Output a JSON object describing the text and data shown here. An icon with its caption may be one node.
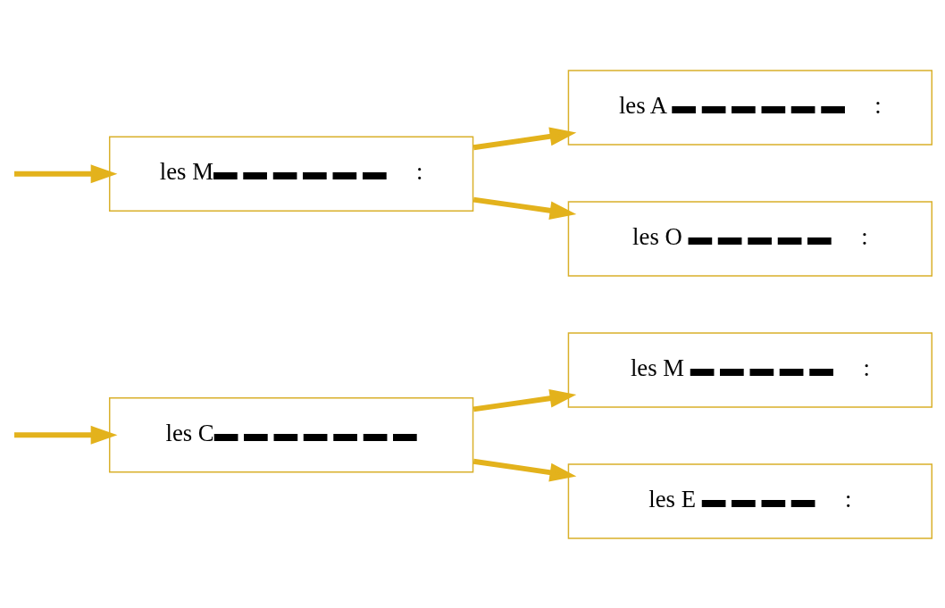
{
  "diagram": {
    "nodes": [
      {
        "text": [
          "les M ▬ ▬ ▬ ▬ ▬     :"
        ]
      },
      {
        "text": [
          "les C▬ ▬ ▬ ▬ ▬ ▬ ▬"
        ]
      },
      {
        "text": [
          "les E ▬ ▬ ▬ ▬     :"
        ]
      },
      {
        "text": [
          "les A ▬ ▬ ▬ ▬ ▬ ▬     :"
        ]
      },
      {
        "text": [
          "les M▬ ▬ ▬ ▬ ▬ ▬     :"
        ]
      },
      {
        "text": [
          "les O ▬ ▬ ▬ ▬ ▬     :"
        ]
      }
    ],
    "edges": [
      {
        "from": null,
        "to": 1,
        "arrow": "to"
      },
      {
        "from": 1,
        "to": 0,
        "arrow": "to"
      },
      {
        "from": 1,
        "to": 2,
        "arrow": "to"
      },
      {
        "from": null,
        "to": 4,
        "arrow": "to"
      },
      {
        "from": 4,
        "to": 3,
        "arrow": "to"
      },
      {
        "from": 4,
        "to": 5,
        "arrow": "to"
      }
    ]
  }
}
